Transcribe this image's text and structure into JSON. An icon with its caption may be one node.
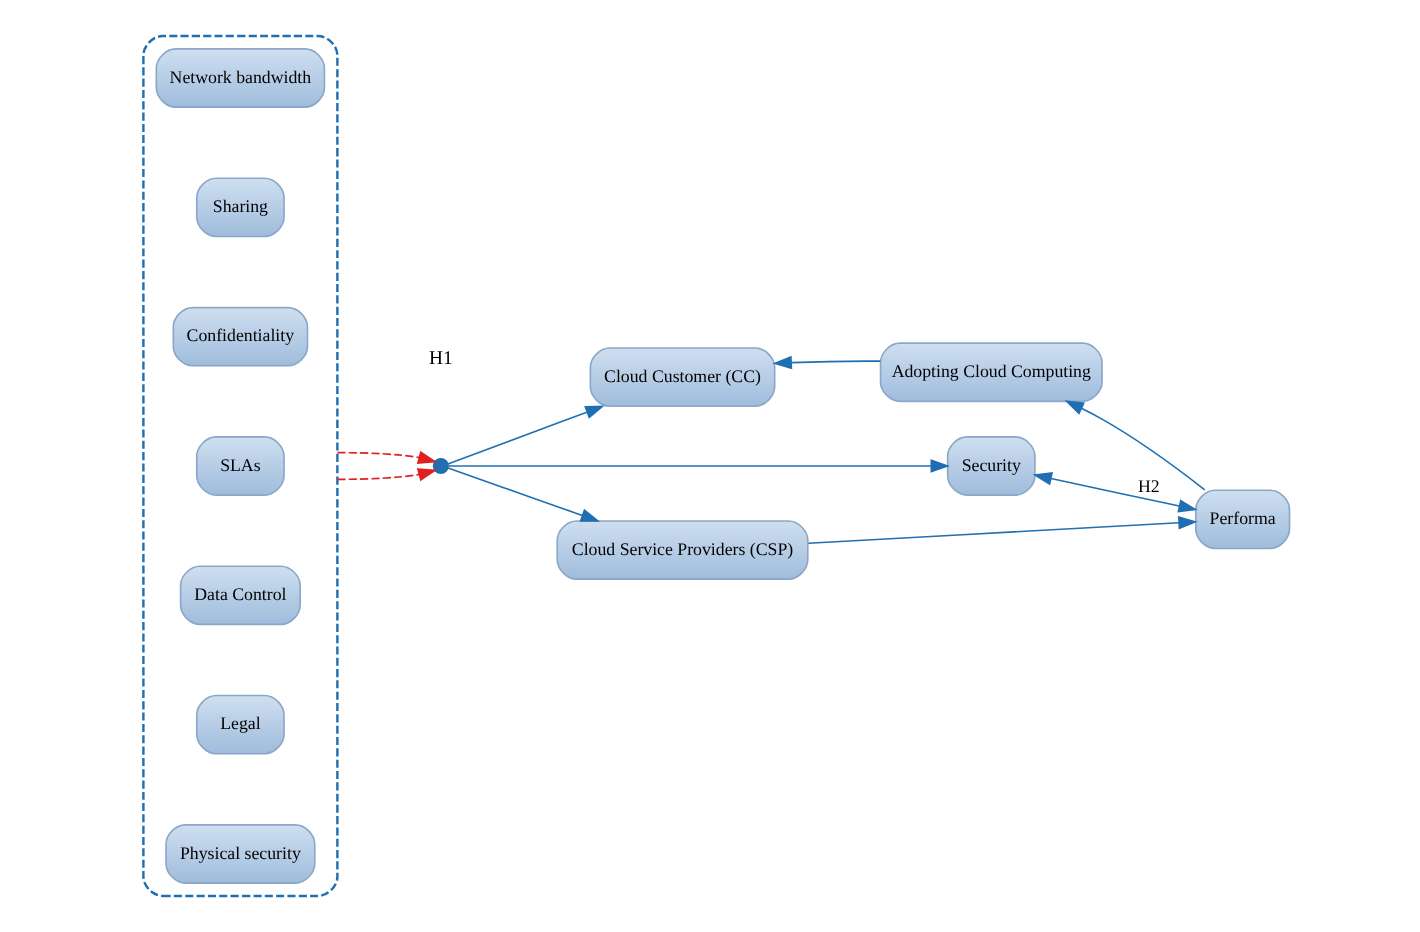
{
  "diagram": {
    "nodes": [
      {
        "text": [],
        "shape": "box"
      },
      {
        "text": [
          "Physical security"
        ],
        "in": 0
      },
      {
        "text": [
          "Legal"
        ],
        "in": 0
      },
      {
        "text": [
          "Data Control"
        ],
        "in": 0
      },
      {
        "text": [
          "SLAs"
        ],
        "in": 0
      },
      {
        "text": [
          "Confidentiality"
        ],
        "in": 0
      },
      {
        "text": [
          "Sharing"
        ],
        "in": 0
      },
      {
        "text": [
          "Network bandwidth"
        ],
        "in": 0
      },
      {
        "text": [
          "Cloud Customer (CC)"
        ]
      },
      {
        "text": [
          "Adopting Cloud Computing"
        ]
      },
      {
        "text": [],
        "shape": "circle"
      },
      {
        "text": [
          "Security"
        ]
      },
      {
        "text": [
          "Performa"
        ]
      },
      {
        "text": [
          "Cloud Service Providers (CSP)"
        ]
      }
    ],
    "edges": [
      {
        "from": 0,
        "to": 10,
        "arrow": "to",
        "style": "dashed",
        "color": "#e02020"
      },
      {
        "from": 0,
        "to": 10,
        "arrow": "to",
        "style": "dashed",
        "color": "#e02020"
      },
      {
        "from": 10,
        "to": 8,
        "arrow": "to"
      },
      {
        "from": 10,
        "to": 13,
        "arrow": "to"
      },
      {
        "from": 10,
        "to": 11,
        "arrow": "to"
      },
      {
        "from": 11,
        "to": 12,
        "arrow": "both",
        "label": "H2"
      },
      {
        "from": 12,
        "to": 9,
        "arrow": "to"
      },
      {
        "from": 9,
        "to": 8,
        "arrow": "to"
      },
      {
        "from": 13,
        "to": 12,
        "arrow": "to"
      }
    ],
    "labels": [
      "H1"
    ]
  }
}
